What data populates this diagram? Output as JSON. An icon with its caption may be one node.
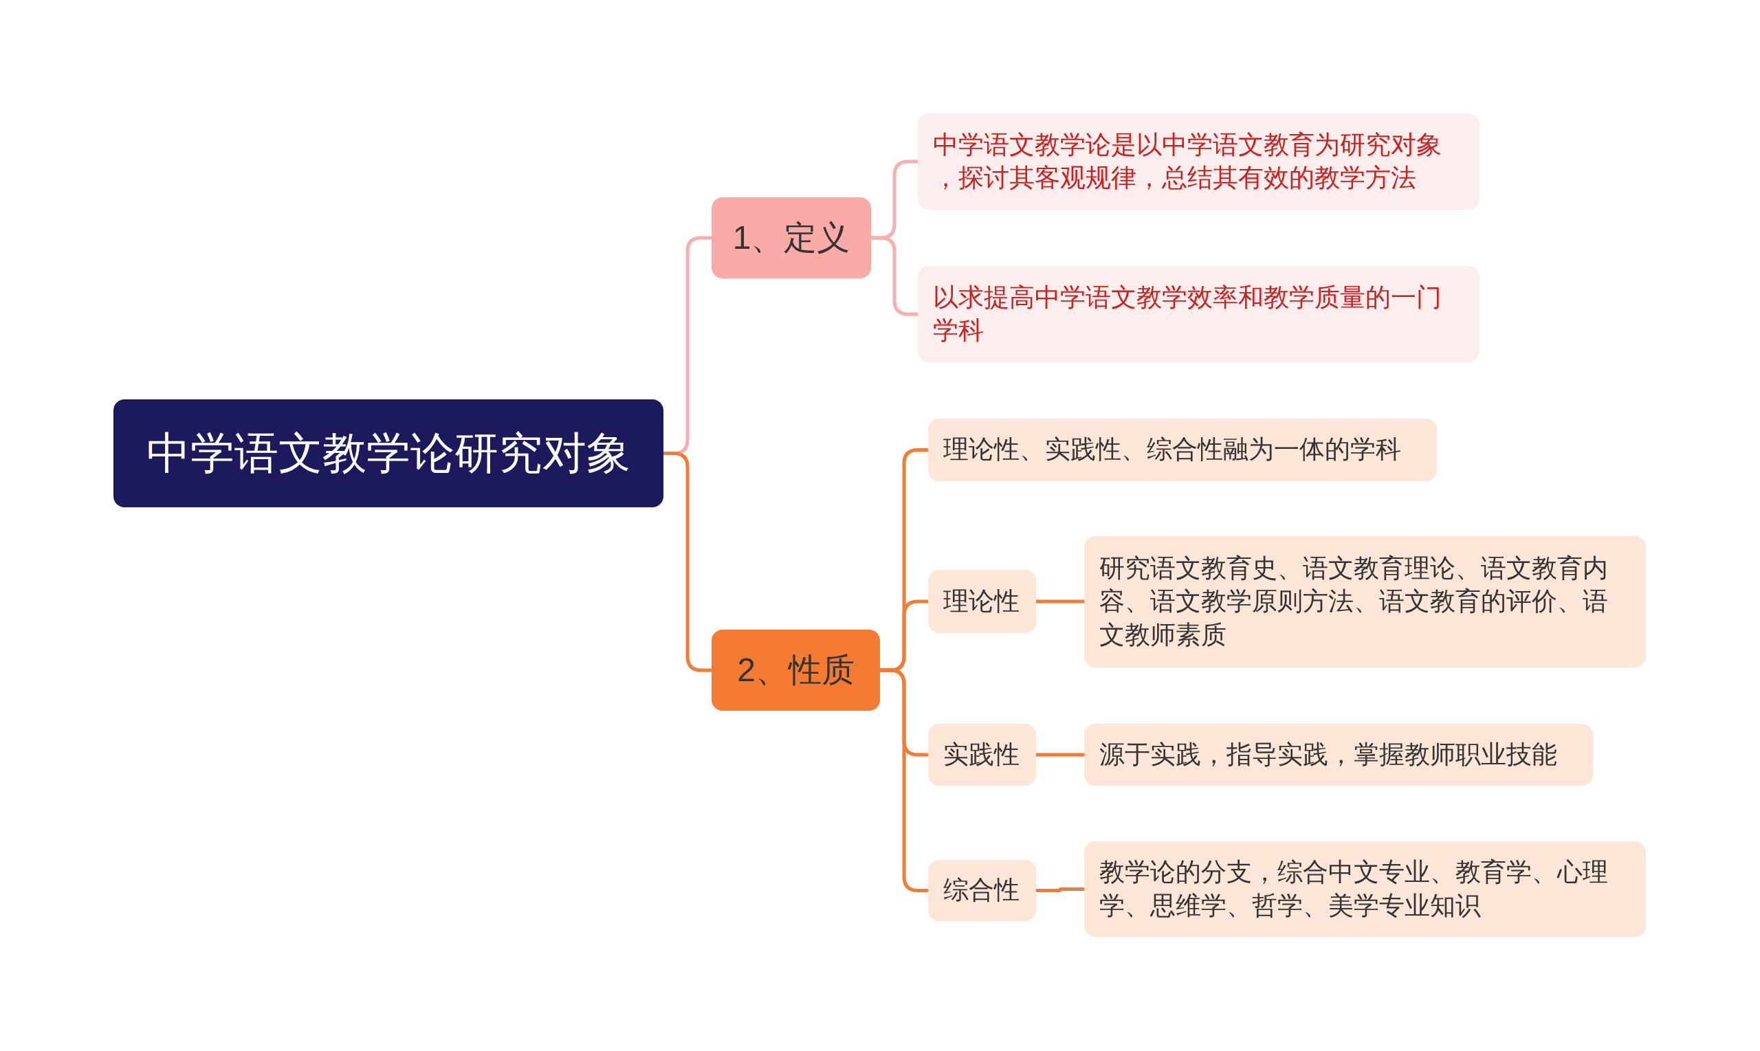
{
  "diagram": {
    "nodes": [
      {
        "text": [
          "中学语文教学论研究对象"
        ]
      },
      {
        "text": [
          "1、定义"
        ]
      },
      {
        "text": [
          "2、性质"
        ]
      },
      {
        "text": [
          "中学语文教学论是以中学语文教育为研究对象，探讨其客观规律，总结其有效的教学方法"
        ]
      },
      {
        "text": [
          "以求提高中学语文教学效率和教学质量的一门学科"
        ]
      },
      {
        "text": [
          "理论性、实践性、综合性融为一体的学科"
        ]
      },
      {
        "text": [
          "理论性"
        ]
      },
      {
        "text": [
          "研究语文教育史、语文教育理论、语文教育内容、语文教学原则方法、语文教育的评价、语文教师素质"
        ]
      },
      {
        "text": [
          "实践性"
        ]
      },
      {
        "text": [
          "源于实践，指导实践，掌握教师职业技能"
        ]
      },
      {
        "text": [
          "综合性"
        ]
      },
      {
        "text": [
          "教学论的分支，综合中文专业、教育学、心理学、思维学、哲学、美学专业知识"
        ]
      }
    ],
    "edges": [
      {
        "from": 0,
        "to": 1,
        "arrow": "none",
        "color": "#f7aeae"
      },
      {
        "from": 0,
        "to": 2,
        "arrow": "none"
      },
      {
        "from": 1,
        "to": 3,
        "arrow": "none",
        "color": "#f7aeae"
      },
      {
        "from": 1,
        "to": 4,
        "arrow": "none",
        "color": "#f7aeae"
      },
      {
        "from": 2,
        "to": 5,
        "arrow": "none"
      },
      {
        "from": 2,
        "to": 6,
        "arrow": "none"
      },
      {
        "from": 2,
        "to": 8,
        "arrow": "none"
      },
      {
        "from": 2,
        "to": 10,
        "arrow": "none"
      },
      {
        "from": 6,
        "to": 7,
        "arrow": "none"
      },
      {
        "from": 8,
        "to": 9,
        "arrow": "none"
      },
      {
        "from": 10,
        "to": 11,
        "arrow": "none"
      }
    ]
  }
}
